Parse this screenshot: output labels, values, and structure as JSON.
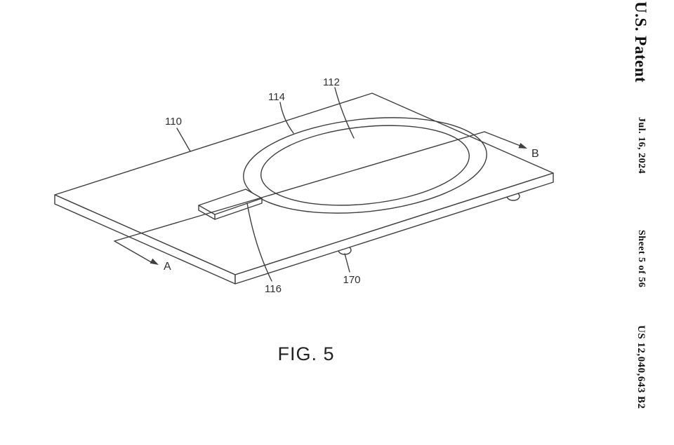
{
  "theme": {
    "page_bg": "#ffffff",
    "line_color": "#3f3f3f",
    "label_color": "#2f2f2f"
  },
  "header": {
    "title": "U.S. Patent",
    "date": "Jul. 16, 2024",
    "sheet": "Sheet 5 of 56",
    "patent_number": "US 12,040,643 B2"
  },
  "figure": {
    "caption": "FIG. 5",
    "labels": {
      "plate": "110",
      "surface_region": "112",
      "coil_ring": "114",
      "connector": "116",
      "foot": "170",
      "section_a": "A",
      "section_b": "B"
    }
  }
}
